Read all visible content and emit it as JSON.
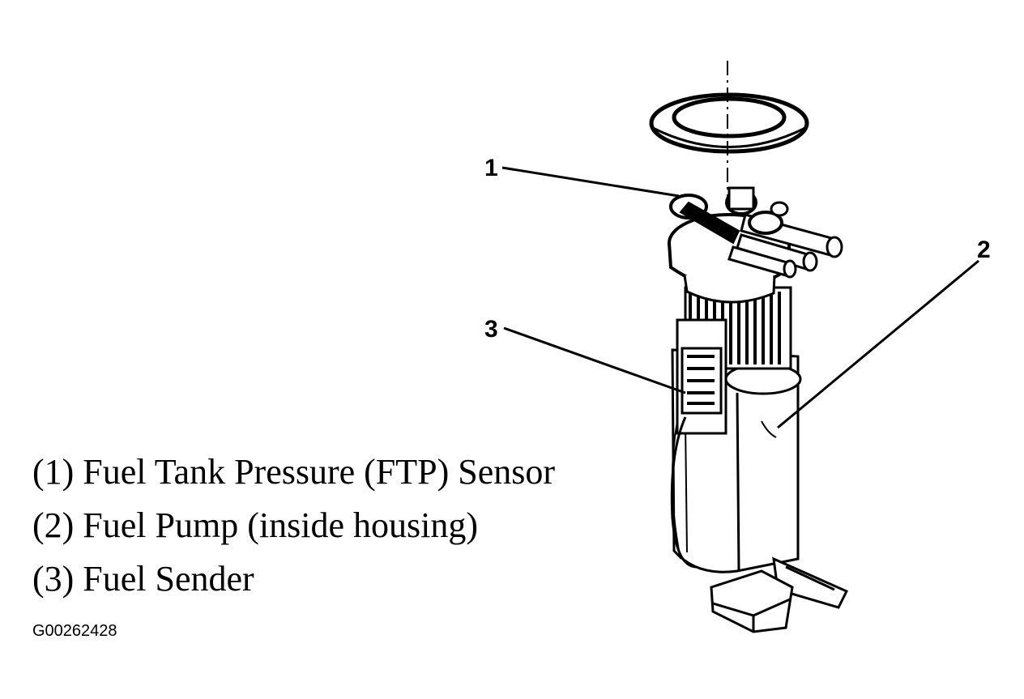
{
  "callouts": [
    {
      "number": "1"
    },
    {
      "number": "2"
    },
    {
      "number": "3"
    }
  ],
  "legend": [
    {
      "text": "(1) Fuel Tank Pressure (FTP) Sensor"
    },
    {
      "text": "(2) Fuel Pump (inside housing)"
    },
    {
      "text": "(3) Fuel Sender"
    }
  ],
  "figure_id": "G00262428",
  "colors": {
    "line": "#000000",
    "background": "#ffffff"
  }
}
